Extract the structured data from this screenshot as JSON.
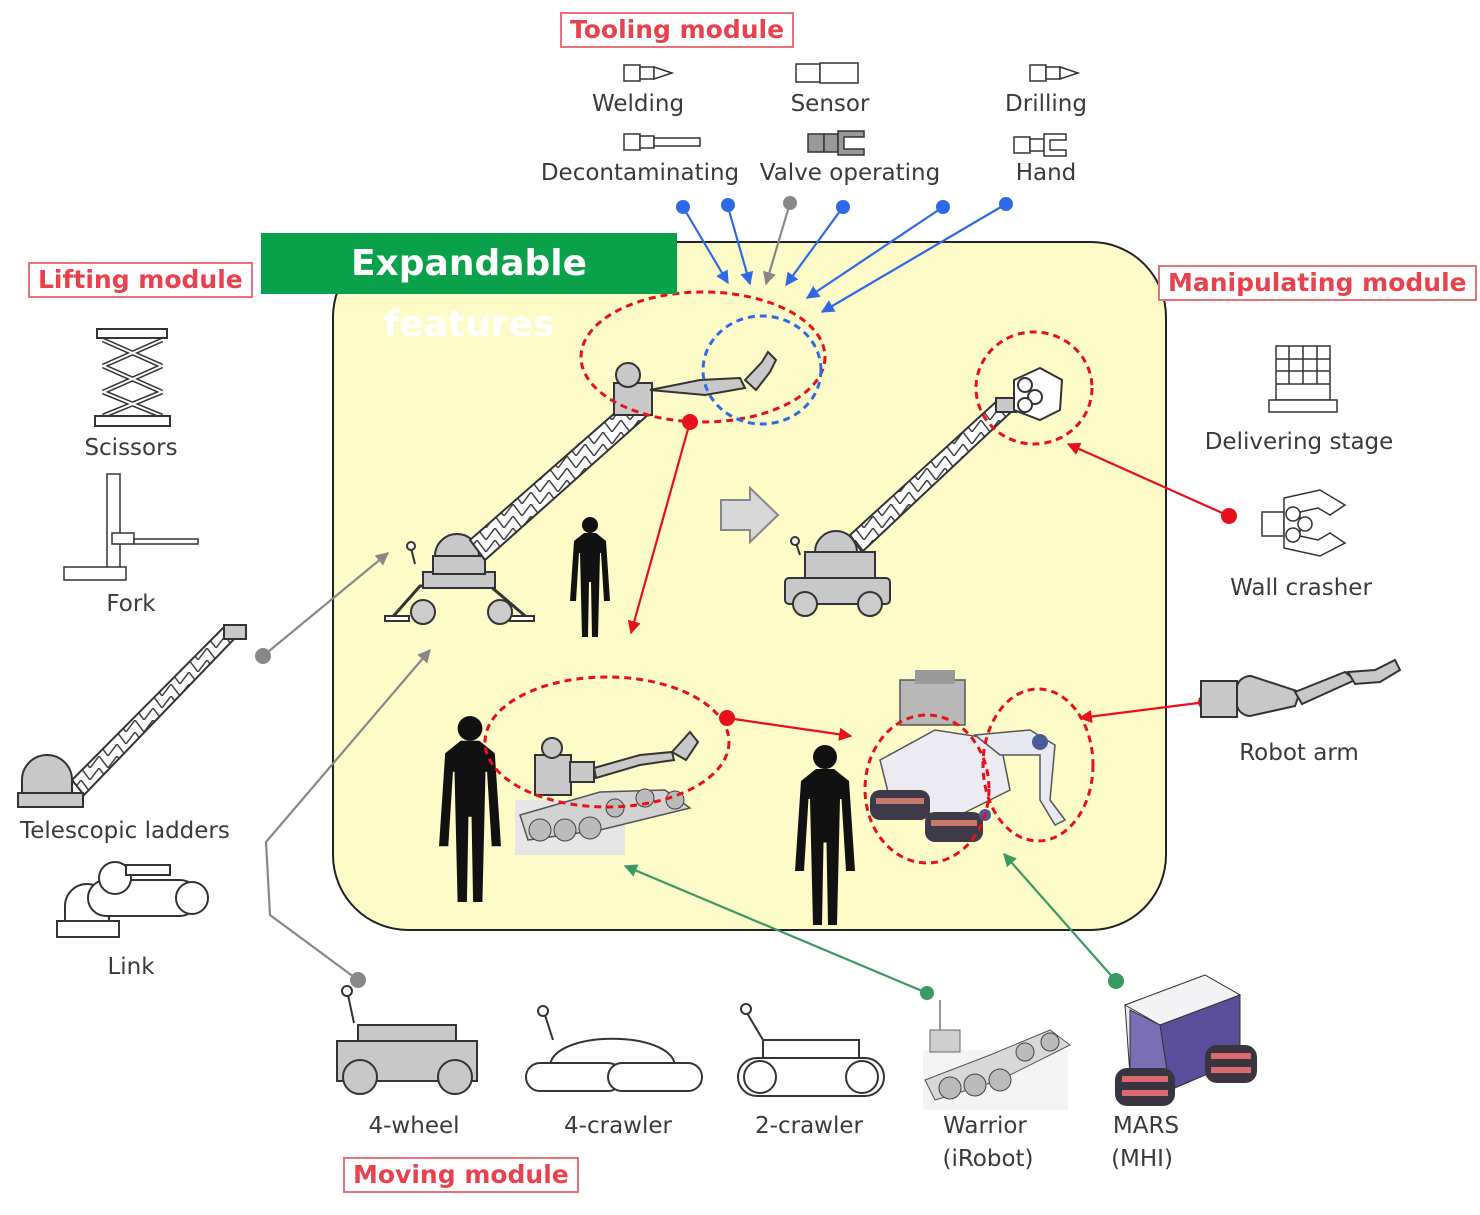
{
  "title": "Expandable features",
  "modules": {
    "tooling": "Tooling module",
    "lifting": "Lifting module",
    "manipulating": "Manipulating module",
    "moving": "Moving module"
  },
  "tooling_items": [
    "Welding",
    "Sensor",
    "Drilling",
    "Decontaminating",
    "Valve operating",
    "Hand"
  ],
  "lifting_items": [
    "Scissors",
    "Fork",
    "Telescopic ladders",
    "Link"
  ],
  "manipulating_items": [
    "Delivering stage",
    "Wall crasher",
    "Robot arm"
  ],
  "moving_items": [
    "4-wheel",
    "4-crawler",
    "2-crawler",
    "Warrior",
    "(iRobot)",
    "MARS",
    "(MHI)"
  ],
  "colors": {
    "background_panel": "#fdfbc8",
    "title_bg": "#0aa14b",
    "module_label": "#e8424f",
    "tooling_arrow": "#2f6ae6",
    "lifting_arrow": "#888888",
    "manipulating_arrow": "#e8101a",
    "moving_arrow": "#3a9a62"
  }
}
